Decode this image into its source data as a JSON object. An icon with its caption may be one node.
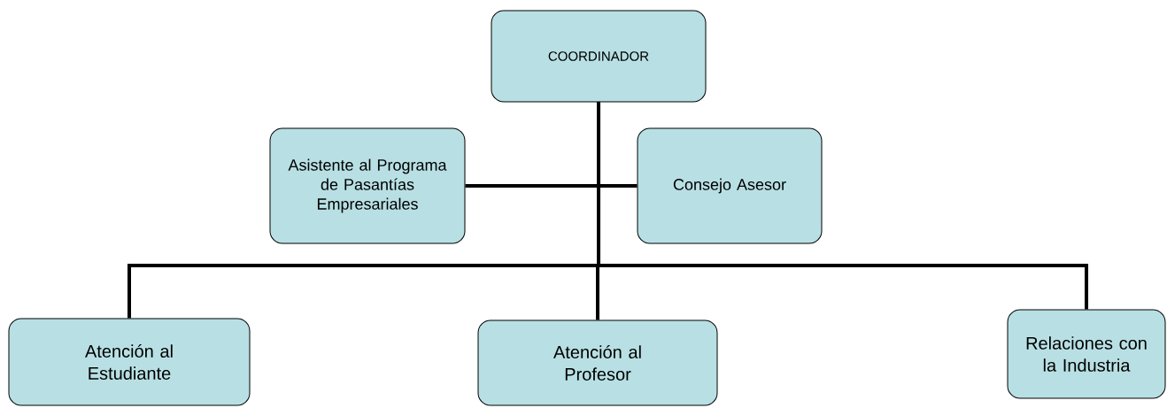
{
  "diagram": {
    "nodes": [
      {
        "text": [
          "COORDINADOR"
        ]
      },
      {
        "text": [
          "Asistente al Programa de Pasantías Empresariales"
        ]
      },
      {
        "text": [
          "Consejo Asesor"
        ]
      },
      {
        "text": [
          "Atención al Estudiante"
        ]
      },
      {
        "text": [
          "Atención al Profesor"
        ]
      },
      {
        "text": [
          "Relaciones con la Industria"
        ]
      }
    ],
    "edges": [
      {
        "from": 0,
        "to": 1,
        "arrow": "none"
      },
      {
        "from": 0,
        "to": 2,
        "arrow": "none"
      },
      {
        "from": 0,
        "to": 3,
        "arrow": "none"
      },
      {
        "from": 0,
        "to": 4,
        "arrow": "none"
      },
      {
        "from": 0,
        "to": 5,
        "arrow": "none"
      }
    ]
  }
}
